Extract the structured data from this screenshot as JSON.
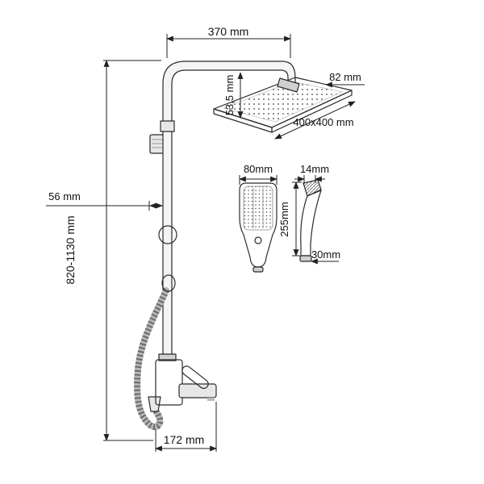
{
  "page": {
    "background": "#ffffff",
    "line_color": "#2b2b2b"
  },
  "drawing": {
    "subject": "thermostatic shower column technical drawing",
    "dimensions": {
      "top_width": "370 mm",
      "head_edge": "82 mm",
      "head_drop": "53,5 mm",
      "head_size": "400x400 mm",
      "column_height": "820-1130 mm",
      "bracket_offset": "56 mm",
      "handshower_width": "80mm",
      "handshower_head_depth": "14mm",
      "handshower_length": "255mm",
      "handshower_handle_width": "30mm",
      "spout_length": "172 mm"
    }
  }
}
